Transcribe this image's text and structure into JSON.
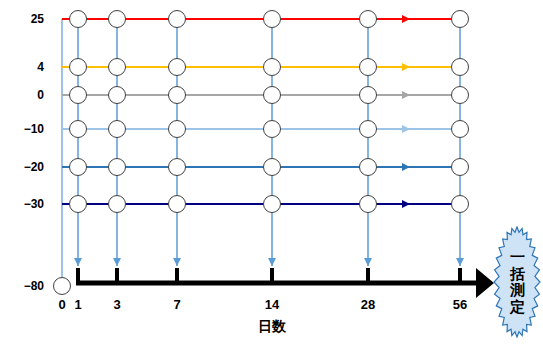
{
  "diagram": {
    "nodes": [
      {
        "text": [
          "一括測定"
        ]
      }
    ],
    "labels": [
      "25",
      "4",
      "0",
      "−10",
      "−20",
      "−30",
      "−80",
      "0",
      "1",
      "3",
      "7",
      "14",
      "28",
      "56",
      "日数"
    ]
  }
}
